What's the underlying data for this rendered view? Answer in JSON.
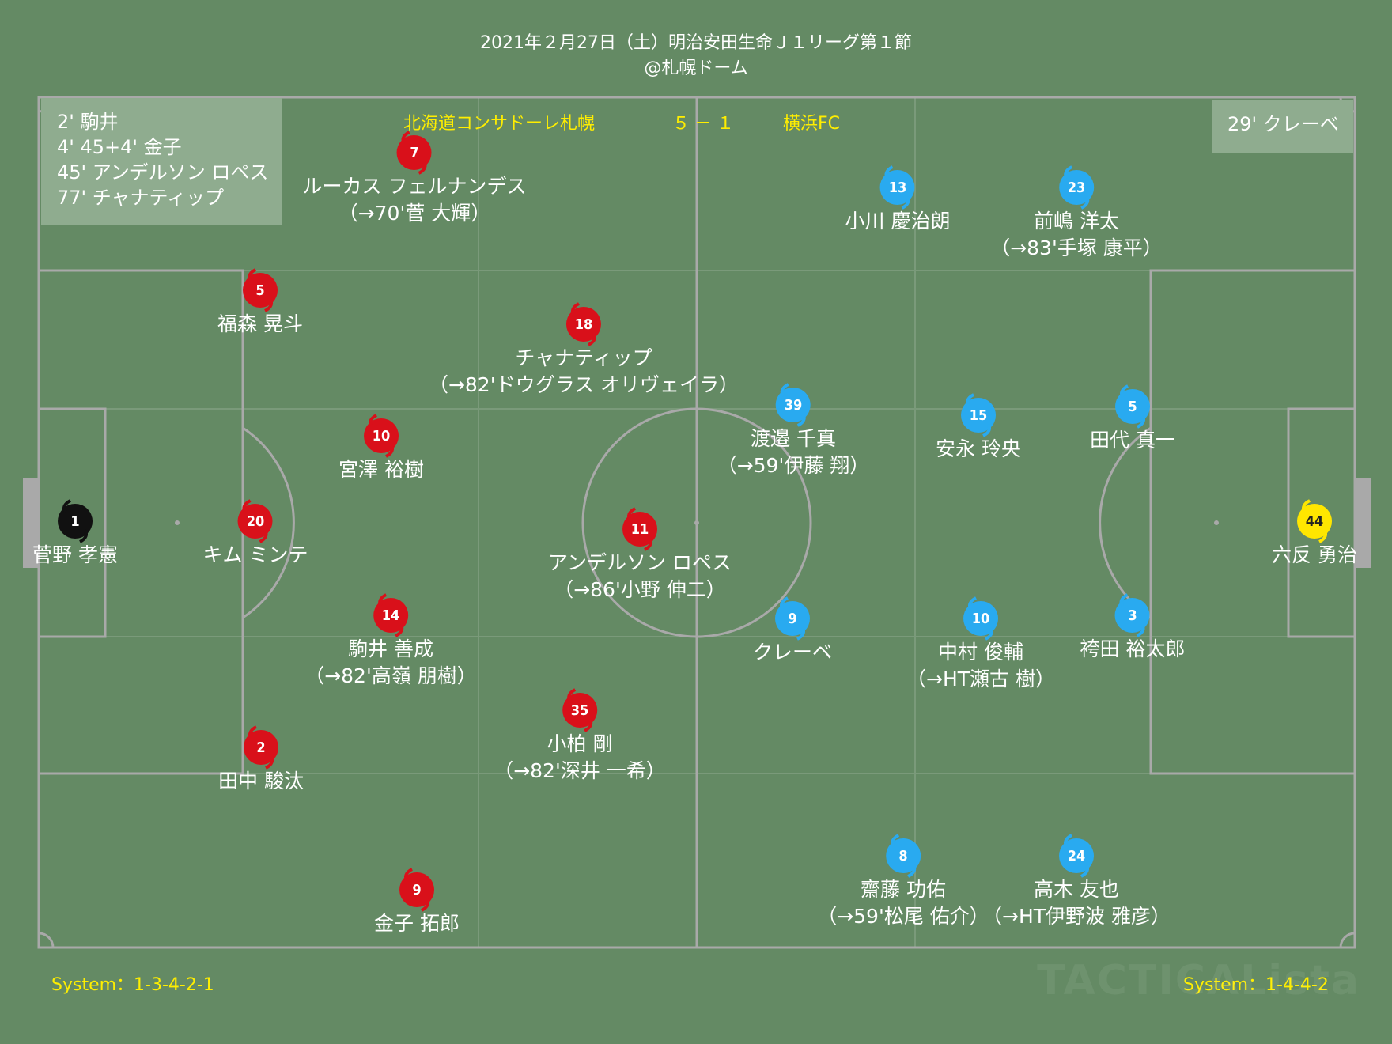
{
  "header": {
    "line1": "2021年２月27日（土）明治安田生命Ｊ１リーグ第１節",
    "line2": "@札幌ドーム"
  },
  "score": {
    "home": "北海道コンサドーレ札幌",
    "result": "５－１",
    "away": "横浜FC"
  },
  "home_goals": [
    "2' 駒井",
    "4' 45+4' 金子",
    "45' アンデルソン ロペス",
    "77' チャナティップ"
  ],
  "away_goals": [
    "29' クレーベ"
  ],
  "systems": {
    "home": "System：1-3-4-2-1",
    "away": "System：1-4-4-2"
  },
  "watermark": "TACTICALista",
  "colors": {
    "home": "#d9101a",
    "home_gk": "#111111",
    "away": "#29aaf0",
    "away_gk": "#ffe600",
    "pitch": "#648a64",
    "lines": "#a9a9a9"
  },
  "home_players": [
    {
      "num": "1",
      "name": "菅野 孝憲",
      "sub": "",
      "gk": true
    },
    {
      "num": "20",
      "name": "キム ミンテ",
      "sub": ""
    },
    {
      "num": "5",
      "name": "福森 晃斗",
      "sub": ""
    },
    {
      "num": "2",
      "name": "田中 駿汰",
      "sub": ""
    },
    {
      "num": "10",
      "name": "宮澤 裕樹",
      "sub": ""
    },
    {
      "num": "14",
      "name": "駒井 善成",
      "sub": "（→82'高嶺 朋樹）"
    },
    {
      "num": "7",
      "name": "ルーカス フェルナンデス",
      "sub": "（→70'菅 大輝）"
    },
    {
      "num": "9",
      "name": "金子 拓郎",
      "sub": ""
    },
    {
      "num": "18",
      "name": "チャナティップ",
      "sub": "（→82'ドウグラス オリヴェイラ）"
    },
    {
      "num": "35",
      "name": "小柏 剛",
      "sub": "（→82'深井 一希）"
    },
    {
      "num": "11",
      "name": "アンデルソン ロペス",
      "sub": "（→86'小野 伸二）"
    }
  ],
  "away_players": [
    {
      "num": "44",
      "name": "六反 勇治",
      "sub": "",
      "gk": true
    },
    {
      "num": "5",
      "name": "田代 真一",
      "sub": ""
    },
    {
      "num": "3",
      "name": "袴田 裕太郎",
      "sub": ""
    },
    {
      "num": "23",
      "name": "前嶋 洋太",
      "sub": "（→83'手塚 康平）"
    },
    {
      "num": "24",
      "name": "高木 友也",
      "sub": "（→HT伊野波 雅彦）"
    },
    {
      "num": "15",
      "name": "安永 玲央",
      "sub": ""
    },
    {
      "num": "10",
      "name": "中村 俊輔",
      "sub": "（→HT瀬古 樹）"
    },
    {
      "num": "13",
      "name": "小川 慶治朗",
      "sub": ""
    },
    {
      "num": "8",
      "name": "齋藤 功佑",
      "sub": "（→59'松尾 佑介）"
    },
    {
      "num": "39",
      "name": "渡邉 千真",
      "sub": "（→59'伊藤 翔）"
    },
    {
      "num": "9",
      "name": "クレーベ",
      "sub": ""
    }
  ]
}
